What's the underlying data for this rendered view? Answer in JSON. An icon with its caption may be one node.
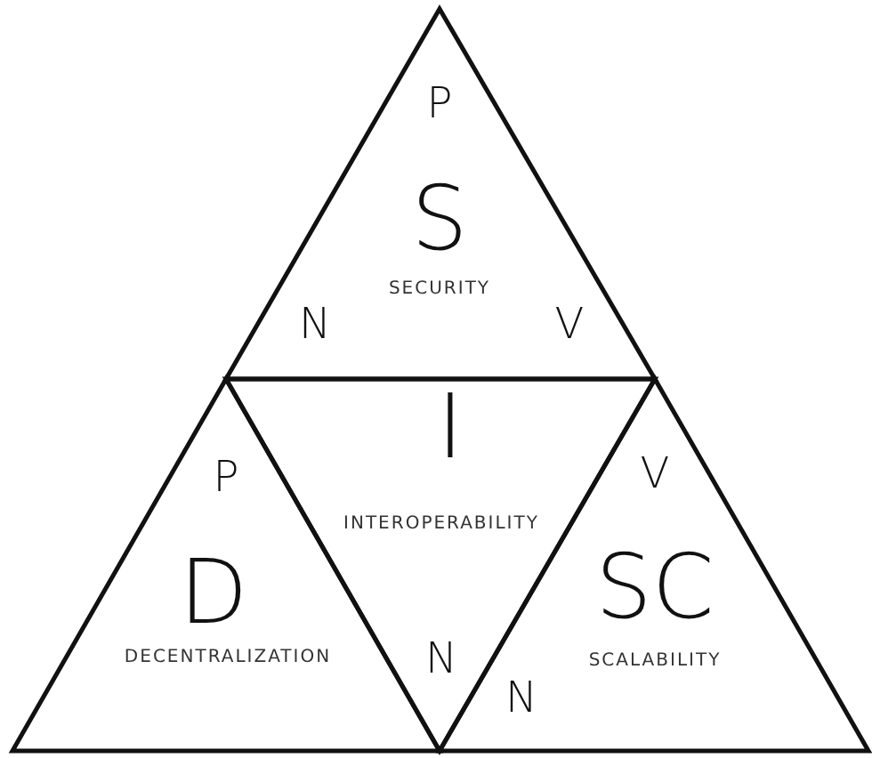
{
  "diagram": {
    "nodes": [
      {
        "text": [
          "S",
          "SECURITY"
        ]
      },
      {
        "text": [
          "D",
          "DECENTRALIZATION"
        ]
      },
      {
        "text": [
          "I",
          "INTEROPERABILITY"
        ]
      },
      {
        "text": [
          "SC",
          "SCALABILITY"
        ]
      }
    ],
    "labels": [
      "P",
      "N",
      "V",
      "P",
      "V",
      "N",
      "N"
    ]
  }
}
